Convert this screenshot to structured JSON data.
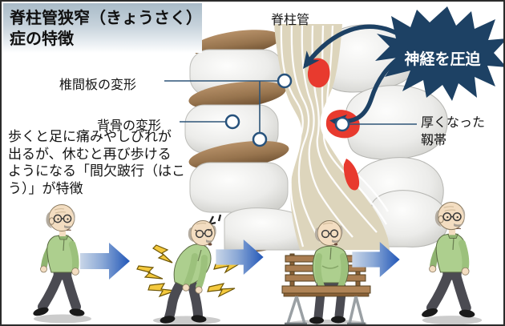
{
  "title": {
    "line1": "脊柱管狭窄（きょうさく）",
    "line2": "症の特徴"
  },
  "spine": {
    "canal_label": "脊柱管",
    "starburst_label": "神経を圧迫",
    "label_disc": "椎間板の変形",
    "label_bone": "背骨の変形",
    "label_ligament_line1": "厚くなった",
    "label_ligament_line2": "靱帯"
  },
  "description": {
    "lines": [
      "歩くと足に痛みやしびれが",
      "出るが、休むと再び歩ける",
      "ようになる「間欠跛行（はこ",
      "う）」が特徴"
    ]
  },
  "sequence": {
    "steps": [
      {
        "icon": "elderly-man-walking"
      },
      {
        "icon": "elderly-man-leg-pain"
      },
      {
        "icon": "elderly-man-resting-on-bench"
      },
      {
        "icon": "elderly-man-walking-again"
      }
    ],
    "arrow_icon": "right-arrow"
  },
  "colors": {
    "starburst_navy": "#1d4164",
    "nerve_compression_red": "#e83a2e",
    "arrow_blue": "#2257b8",
    "disc_brown": "#9c7850",
    "canal_cream": "#ddd5bc",
    "shirt_green": "#adcf8e",
    "title_band_top": "#a9bbc8"
  }
}
